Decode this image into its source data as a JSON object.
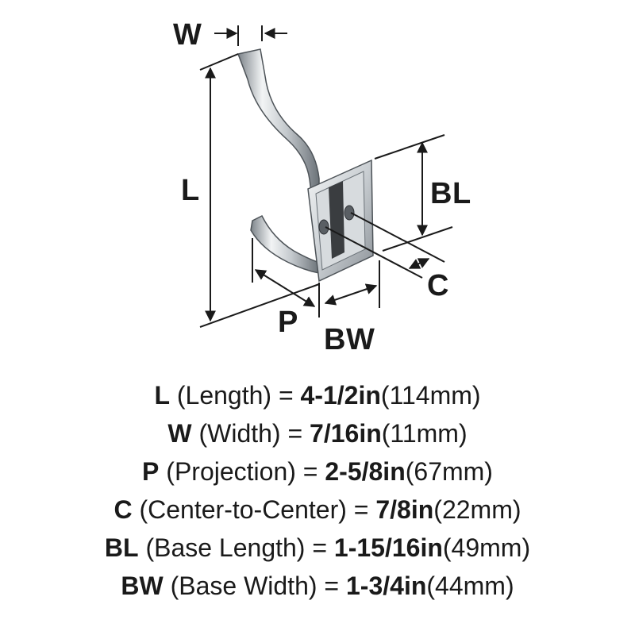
{
  "diagram": {
    "labels": {
      "w": "W",
      "l": "L",
      "bl": "BL",
      "c": "C",
      "p": "P",
      "bw": "BW"
    },
    "colors": {
      "line": "#1a1a1a",
      "metal_light": "#eceff1",
      "metal_mid": "#b9bfc4",
      "metal_dark": "#6b7278",
      "slot": "#3a3d40"
    },
    "icons": [
      "coat-hook-illustration"
    ]
  },
  "specs": [
    {
      "abbr": "L",
      "desc": " (Length) = ",
      "imperial": "4-1/2in",
      "metric": "(114mm)"
    },
    {
      "abbr": "W",
      "desc": " (Width) = ",
      "imperial": "7/16in",
      "metric": "(11mm)"
    },
    {
      "abbr": "P",
      "desc": " (Projection) = ",
      "imperial": "2-5/8in",
      "metric": "(67mm)"
    },
    {
      "abbr": "C",
      "desc": " (Center-to-Center) = ",
      "imperial": "7/8in",
      "metric": "(22mm)"
    },
    {
      "abbr": "BL",
      "desc": " (Base Length) = ",
      "imperial": "1-15/16in",
      "metric": "(49mm)"
    },
    {
      "abbr": "BW",
      "desc": " (Base Width) = ",
      "imperial": "1-3/4in",
      "metric": "(44mm)"
    }
  ]
}
